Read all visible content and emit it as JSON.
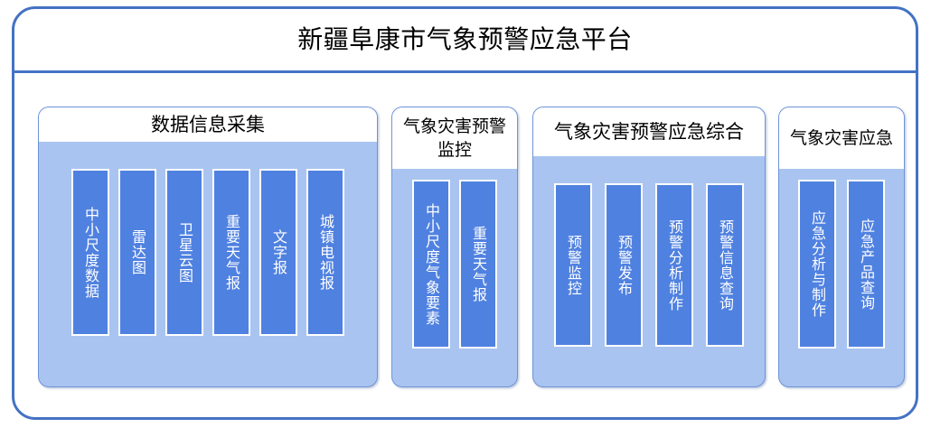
{
  "header": {
    "title": "新疆阜康市气象预警应急平台"
  },
  "colors": {
    "frame_border": "#4472c4",
    "panel_body": "#a9c4f0",
    "panel_border": "#6f94d8",
    "card_fill": "#4f81e0",
    "card_border": "#ffffff",
    "card_text": "#ffffff",
    "header_bg": "#ffffff",
    "title_text": "#000000"
  },
  "panels": [
    {
      "name": "data-collect",
      "title": "数据信息采集",
      "cards": [
        {
          "label": "中小尺度数据"
        },
        {
          "label": "雷达图"
        },
        {
          "label": "卫星云图"
        },
        {
          "label": "重要天气报"
        },
        {
          "label": "文字报"
        },
        {
          "label": "城镇电视报"
        }
      ]
    },
    {
      "name": "warn-monitor",
      "title": "气象灾害预警监控",
      "cards": [
        {
          "label": "中小尺度气象要素"
        },
        {
          "label": "重要天气报"
        }
      ]
    },
    {
      "name": "warn-integrated",
      "title": "气象灾害预警应急综合",
      "cards": [
        {
          "label": "预警监控"
        },
        {
          "label": "预警发布"
        },
        {
          "label": "预警分析制作"
        },
        {
          "label": "预警信息查询"
        }
      ]
    },
    {
      "name": "emergency",
      "title": "气象灾害应急",
      "cards": [
        {
          "label": "应急分析与制作"
        },
        {
          "label": "应急产品查询"
        }
      ]
    }
  ]
}
